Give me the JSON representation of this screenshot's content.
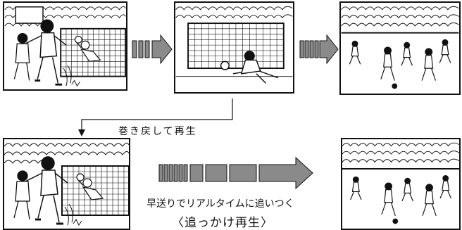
{
  "labels": {
    "rewind": "巻き戻して再生",
    "fast_forward": "早送りでリアルタイムに追いつく",
    "catch_up": "〈追っかけ再生〉"
  },
  "colors": {
    "line": "#111111",
    "arrow_fill": "#8a8a8a",
    "background": "#ffffff"
  },
  "panels": [
    {
      "id": "goal-scene-1",
      "scene": "header shot at goal"
    },
    {
      "id": "goal-scene-2",
      "scene": "goalkeeper dives"
    },
    {
      "id": "match-scene-1",
      "scene": "players on field"
    },
    {
      "id": "goal-scene-3",
      "scene": "header shot at goal"
    },
    {
      "id": "match-scene-2",
      "scene": "players on field"
    }
  ]
}
